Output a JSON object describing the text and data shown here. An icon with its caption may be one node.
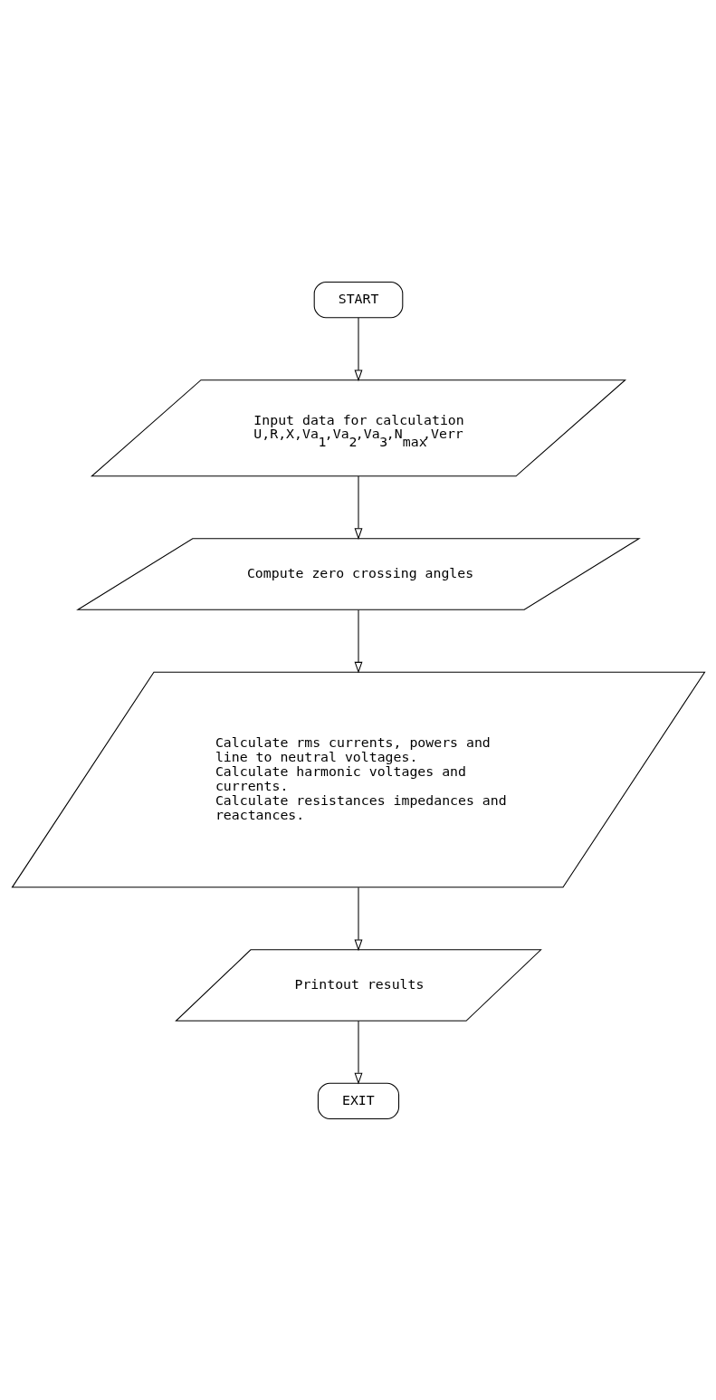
{
  "diagram": {
    "nodes": [
      {
        "text": [
          "START"
        ]
      },
      {
        "text": [
          "Input data for calculation",
          "U,R,X,Va$_{1}$,Va$_{2}$,Va$_{3}$,N$_{max}$,Verr"
        ]
      },
      {
        "text": [
          "Compute zero crossing angles"
        ]
      },
      {
        "text": [
          "Calculate rms currents, powers and line to neutral voltages.",
          "Calculate harmonic voltages and currents.",
          "Calculate resistances impedances and reactances."
        ]
      },
      {
        "text": [
          "Printout results"
        ]
      },
      {
        "text": [
          "EXIT"
        ]
      }
    ],
    "edges": [
      {
        "from": 0,
        "to": 1,
        "arrow": "to"
      },
      {
        "from": 1,
        "to": 2,
        "arrow": "to"
      },
      {
        "from": 2,
        "to": 3,
        "arrow": "to"
      },
      {
        "from": 3,
        "to": 4,
        "arrow": "to"
      },
      {
        "from": 4,
        "to": 5,
        "arrow": "to"
      }
    ]
  }
}
